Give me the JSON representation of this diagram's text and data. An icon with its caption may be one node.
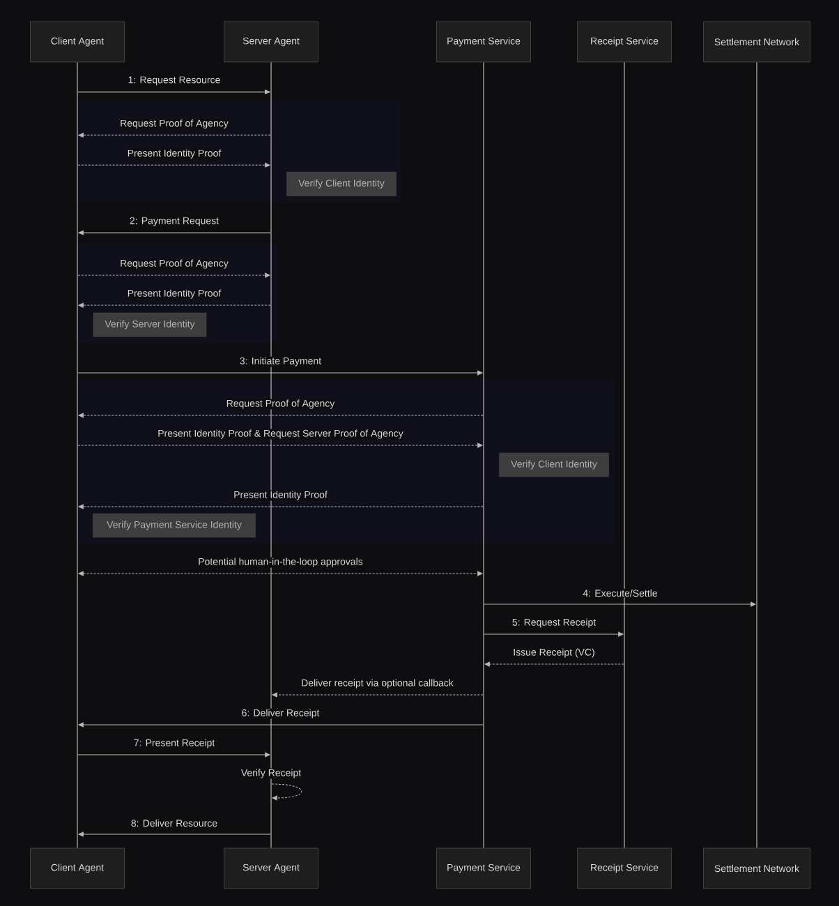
{
  "diagram": {
    "nodes": [
      {
        "text": [
          "Client Agent"
        ]
      },
      {
        "text": [
          "Server Agent"
        ]
      },
      {
        "text": [
          "Payment Service"
        ]
      },
      {
        "text": [
          "Receipt Service"
        ]
      },
      {
        "text": [
          "Settlement Network"
        ]
      },
      {
        "text": [],
        "shape": "bar"
      },
      {
        "text": [],
        "shape": "bar"
      },
      {
        "text": [],
        "shape": "bar"
      },
      {
        "text": [],
        "shape": "bar"
      },
      {
        "text": [],
        "shape": "bar"
      },
      {
        "text": [
          "Verify Client Identity"
        ]
      },
      {
        "text": [
          "Verify Server Identity"
        ]
      },
      {
        "text": [
          "Verify Client Identity"
        ]
      },
      {
        "text": [
          "Verify Payment Service Identity"
        ]
      },
      {
        "text": [
          "Client Agent"
        ]
      },
      {
        "text": [
          "Server Agent"
        ]
      },
      {
        "text": [
          "Payment Service"
        ]
      },
      {
        "text": [
          "Receipt Service"
        ]
      },
      {
        "text": [
          "Settlement Network"
        ]
      }
    ],
    "edges": [
      {
        "from": 5,
        "to": 6,
        "arrow": "to",
        "label": "1: Request Resource"
      },
      {
        "from": 6,
        "to": 5,
        "arrow": "to",
        "label": "Request Proof of Agency",
        "style": "dashed"
      },
      {
        "from": 5,
        "to": 6,
        "arrow": "to",
        "label": "Present Identity Proof",
        "style": "dashed"
      },
      {
        "from": 6,
        "to": 5,
        "arrow": "to",
        "label": "2: Payment Request"
      },
      {
        "from": 5,
        "to": 6,
        "arrow": "to",
        "label": "Request Proof of Agency",
        "style": "dashed"
      },
      {
        "from": 6,
        "to": 5,
        "arrow": "to",
        "label": "Present Identity Proof",
        "style": "dashed"
      },
      {
        "from": 5,
        "to": 7,
        "arrow": "to",
        "label": "3: Initiate Payment"
      },
      {
        "from": 7,
        "to": 5,
        "arrow": "to",
        "label": "Request Proof of Agency",
        "style": "dashed"
      },
      {
        "from": 5,
        "to": 7,
        "arrow": "to",
        "label": "Present Identity Proof & Request Server Proof of Agency",
        "style": "dashed"
      },
      {
        "from": 7,
        "to": 5,
        "arrow": "to",
        "label": "Present Identity Proof",
        "style": "dashed"
      },
      {
        "from": 5,
        "to": 7,
        "arrow": "both",
        "label": "Potential human-in-the-loop approvals",
        "style": "dashed"
      },
      {
        "from": 7,
        "to": 9,
        "arrow": "to",
        "label": "4: Execute/Settle"
      },
      {
        "from": 7,
        "to": 8,
        "arrow": "to",
        "label": "5: Request Receipt"
      },
      {
        "from": 8,
        "to": 7,
        "arrow": "to",
        "label": "Issue Receipt (VC)",
        "style": "dashed"
      },
      {
        "from": 7,
        "to": 6,
        "arrow": "to",
        "label": "Deliver receipt via optional callback",
        "style": "dashed"
      },
      {
        "from": 7,
        "to": 5,
        "arrow": "to",
        "label": "6: Deliver Receipt"
      },
      {
        "from": 5,
        "to": 6,
        "arrow": "to",
        "label": "7: Present Receipt"
      },
      {
        "from": 6,
        "to": 6,
        "arrow": "to",
        "label": "Verify Receipt",
        "style": "dashed"
      },
      {
        "from": 6,
        "to": 5,
        "arrow": "to",
        "label": "8: Deliver Resource"
      }
    ]
  }
}
